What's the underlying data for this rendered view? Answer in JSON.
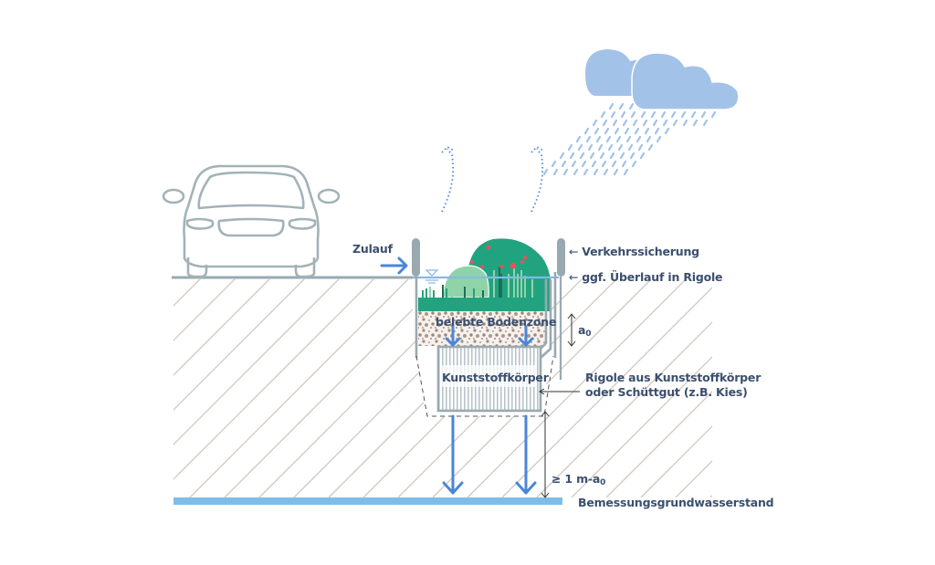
{
  "diagram": {
    "title": "Baumrigole / Tiefbeet mit Rigole – Schnitt",
    "labels": {
      "inflow": "Zulauf",
      "traffic_safety": "Verkehrssicherung",
      "overflow": "ggf. Überlauf in Rigole",
      "soil_zone": "belebte Bodenzone",
      "plastic_body": "Kunststoffkörper",
      "rigole_line1": "Rigole aus Kunststoffkörper",
      "rigole_line2": "oder Schüttgut (z.B. Kies)",
      "a0_main": "a",
      "a0_sub": "0",
      "distance_prefix": "≥ 1 m-a",
      "distance_sub": "0",
      "groundwater": "Bemessungsgrundwasserstand",
      "arrow_glyph": "←"
    },
    "icons": {
      "car": "car-icon",
      "cloud": "rain-cloud-icon",
      "evaporation": "evaporation-arrow-icon",
      "water_level": "water-level-triangle-icon"
    },
    "colors": {
      "text": "#3b4f6e",
      "outline_grey": "#9aa9b0",
      "water_blue": "#4a86d8",
      "groundwater_blue": "#7fbde9",
      "surface_line_blue": "#86b8e6",
      "cloud_blue": "#a3c2e8",
      "plant_dark": "#22a37f",
      "plant_light": "#8fd3a9",
      "flower_red": "#e8505b",
      "hatch": "#cfc7c0",
      "gravel": "#a08a80"
    }
  }
}
